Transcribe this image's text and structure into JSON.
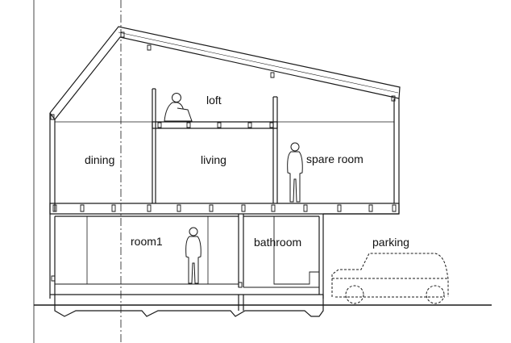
{
  "labels": {
    "loft": "loft",
    "dining": "dining",
    "living": "living",
    "spare_room": "spare room",
    "room1": "room1",
    "bathroom": "bathroom",
    "parking": "parking"
  },
  "colors": {
    "line": "#1a1a1a",
    "background": "#ffffff"
  },
  "icons": [
    "seated-person-icon",
    "standing-person-icon",
    "car-outline-icon"
  ]
}
